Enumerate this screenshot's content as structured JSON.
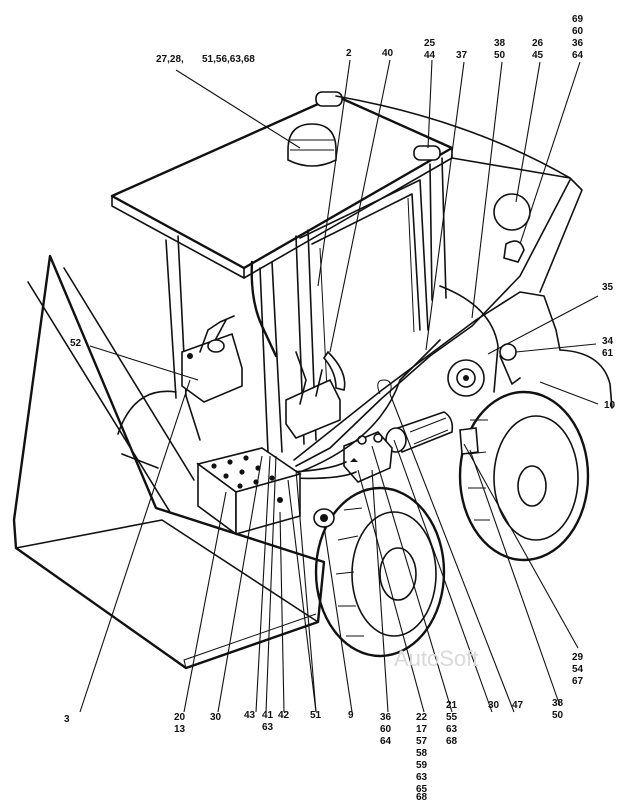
{
  "labels": {
    "l_27_28": "27,28,",
    "l_51": "51,56,63,68",
    "l_2": "2",
    "l_40": "40",
    "l_25": [
      "25",
      "44"
    ],
    "l_37": "37",
    "l_38top": [
      "38",
      "50"
    ],
    "l_26": [
      "26",
      "45"
    ],
    "l_69": [
      "69",
      "60",
      "36",
      "64"
    ],
    "l_35": "35",
    "l_34": [
      "34",
      "61"
    ],
    "l_10": "10",
    "l_52": "52",
    "l_3": "3",
    "l_20": [
      "20",
      "13"
    ],
    "l_30a": "30",
    "l_43": "43",
    "l_41": "41",
    "l_42": "42",
    "l_63": "63",
    "l_51b": "51",
    "l_9": "9",
    "l_36": [
      "36",
      "60",
      "64"
    ],
    "l_22": [
      "22",
      "17",
      "57",
      "58",
      "59",
      "63",
      "65",
      "68"
    ],
    "l_21": [
      "21",
      "55",
      "63",
      "68"
    ],
    "l_30b": "30",
    "l_47": "47",
    "l_38bot": [
      "38",
      "50"
    ],
    "l_29": [
      "29",
      "54",
      "67"
    ]
  },
  "watermark": "AutoSoft"
}
